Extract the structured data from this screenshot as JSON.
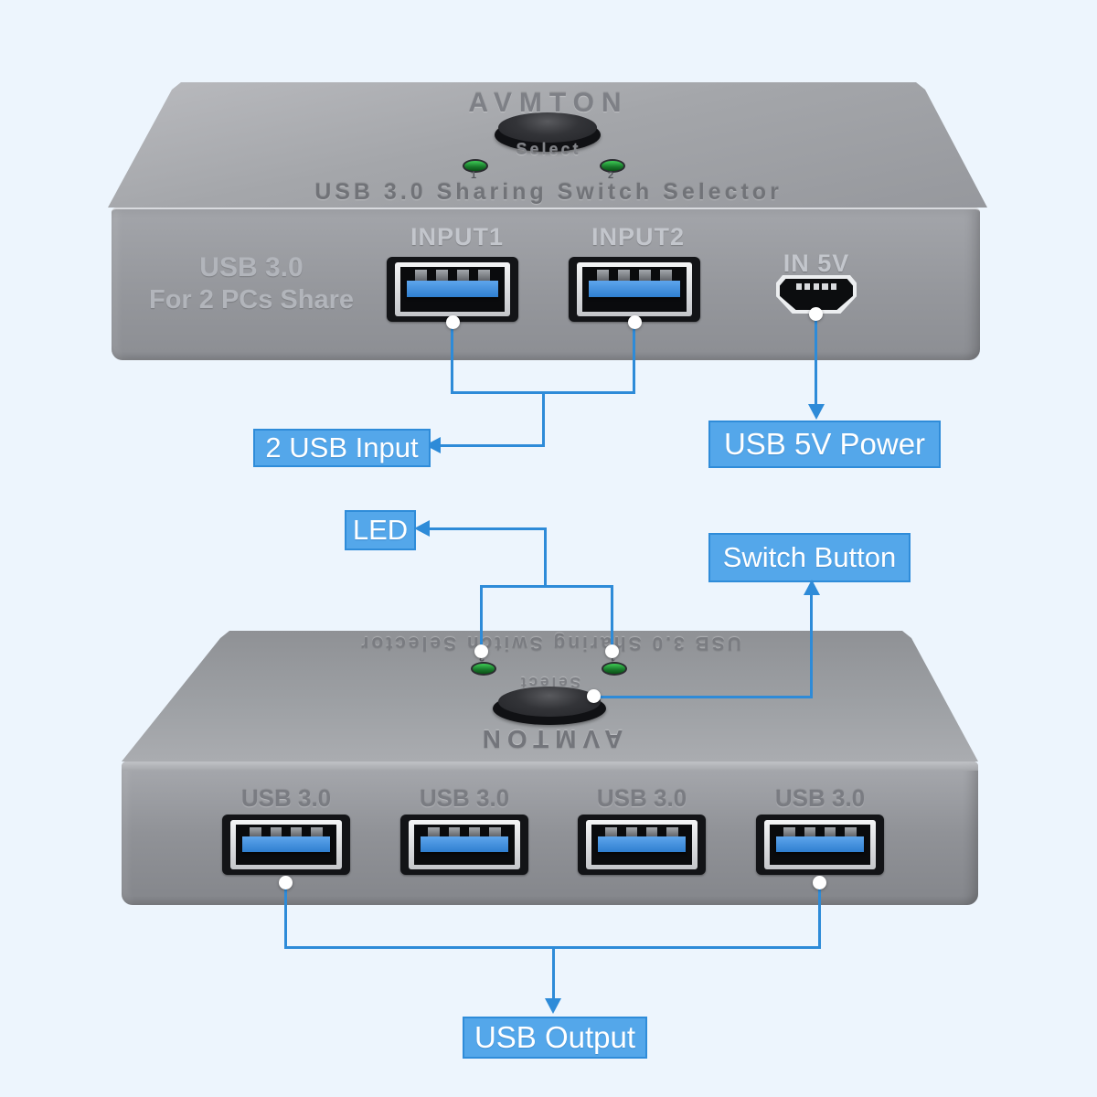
{
  "palette": {
    "background": "#edf5fd",
    "callout_line": "#2e8bd8",
    "label_fill": "#54a7ea",
    "label_border": "#2f8cd9",
    "label_text": "#ffffff",
    "led_green": "#2fb84a",
    "usb_tongue_blue": "#3b87d8",
    "device_gray": "#9a9ca0"
  },
  "top_device": {
    "brand": "AVMTON",
    "select_button_label": "Select",
    "led_labels": [
      "1",
      "2"
    ],
    "panel_title": "USB 3.0 Sharing Switch Selector",
    "front_caption_line1": "USB 3.0",
    "front_caption_line2": "For 2 PCs Share",
    "port_labels": [
      "INPUT1",
      "INPUT2"
    ],
    "power_port_label": "IN 5V"
  },
  "bottom_device": {
    "brand": "AVMTON",
    "select_button_label": "Select",
    "led_labels": [
      "2",
      "1"
    ],
    "panel_title": "USB 3.0 Sharing Switch Selector",
    "port_labels": [
      "USB 3.0",
      "USB 3.0",
      "USB 3.0",
      "USB 3.0"
    ]
  },
  "callouts": {
    "usb_input_label": "2 USB Input",
    "usb_power_label": "USB 5V Power",
    "led_label": "LED",
    "switch_button_label": "Switch Button",
    "usb_output_label": "USB Output"
  }
}
